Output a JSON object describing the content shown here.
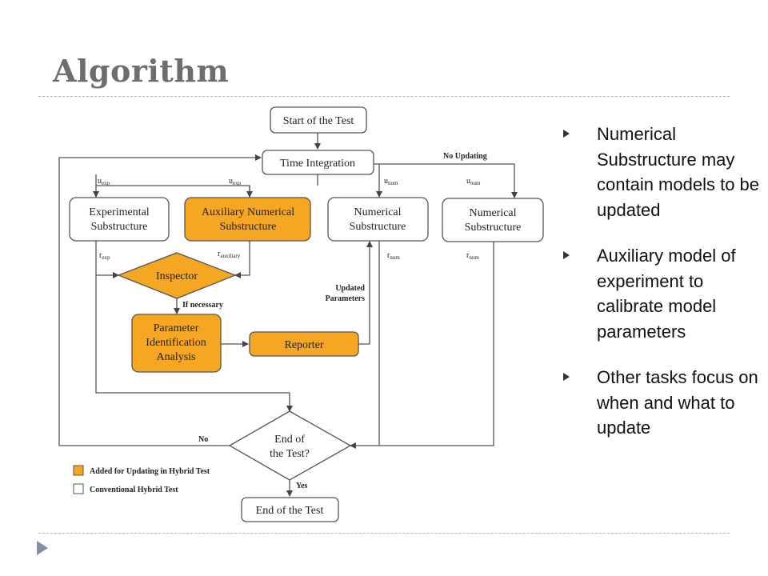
{
  "title": "Algorithm",
  "colors": {
    "added": "#f5a623",
    "conventional": "#ffffff",
    "title": "#6e6e6e"
  },
  "diagram": {
    "nodes": {
      "start": "Start of the Test",
      "time_integration": "Time Integration",
      "experimental": [
        "Experimental",
        "Substructure"
      ],
      "auxiliary": [
        "Auxiliary Numerical",
        "Substructure"
      ],
      "numerical_1": [
        "Numerical",
        "Substructure"
      ],
      "numerical_2": [
        "Numerical",
        "Substructure"
      ],
      "inspector": "Inspector",
      "parameter_id": [
        "Parameter",
        "Identification",
        "Analysis"
      ],
      "reporter": "Reporter",
      "end_decision": [
        "End of",
        "the Test?"
      ],
      "end": "End of the Test"
    },
    "edge_labels": {
      "u_exp_1": {
        "base": "u",
        "sub": "exp"
      },
      "u_exp_2": {
        "base": "u",
        "sub": "exp"
      },
      "u_num_1": {
        "base": "u",
        "sub": "num"
      },
      "u_num_2": {
        "base": "u",
        "sub": "num"
      },
      "r_exp": {
        "base": "r",
        "sub": "exp"
      },
      "r_auxiliary": {
        "base": "r",
        "sub": "auxiliary"
      },
      "r_num_1": {
        "base": "r",
        "sub": "num"
      },
      "r_num_2": {
        "base": "r",
        "sub": "num"
      },
      "no_updating": "No Updating",
      "if_necessary": "If necessary",
      "updated_parameters": [
        "Updated",
        "Parameters"
      ],
      "no": "No",
      "yes": "Yes"
    },
    "legend": {
      "added": "Added for Updating in Hybrid Test",
      "conventional": "Conventional Hybrid Test"
    }
  },
  "bullets": [
    "Numerical Substructure may contain models to be updated",
    "Auxiliary model of experiment to calibrate model parameters",
    "Other tasks focus on when and what to update"
  ]
}
